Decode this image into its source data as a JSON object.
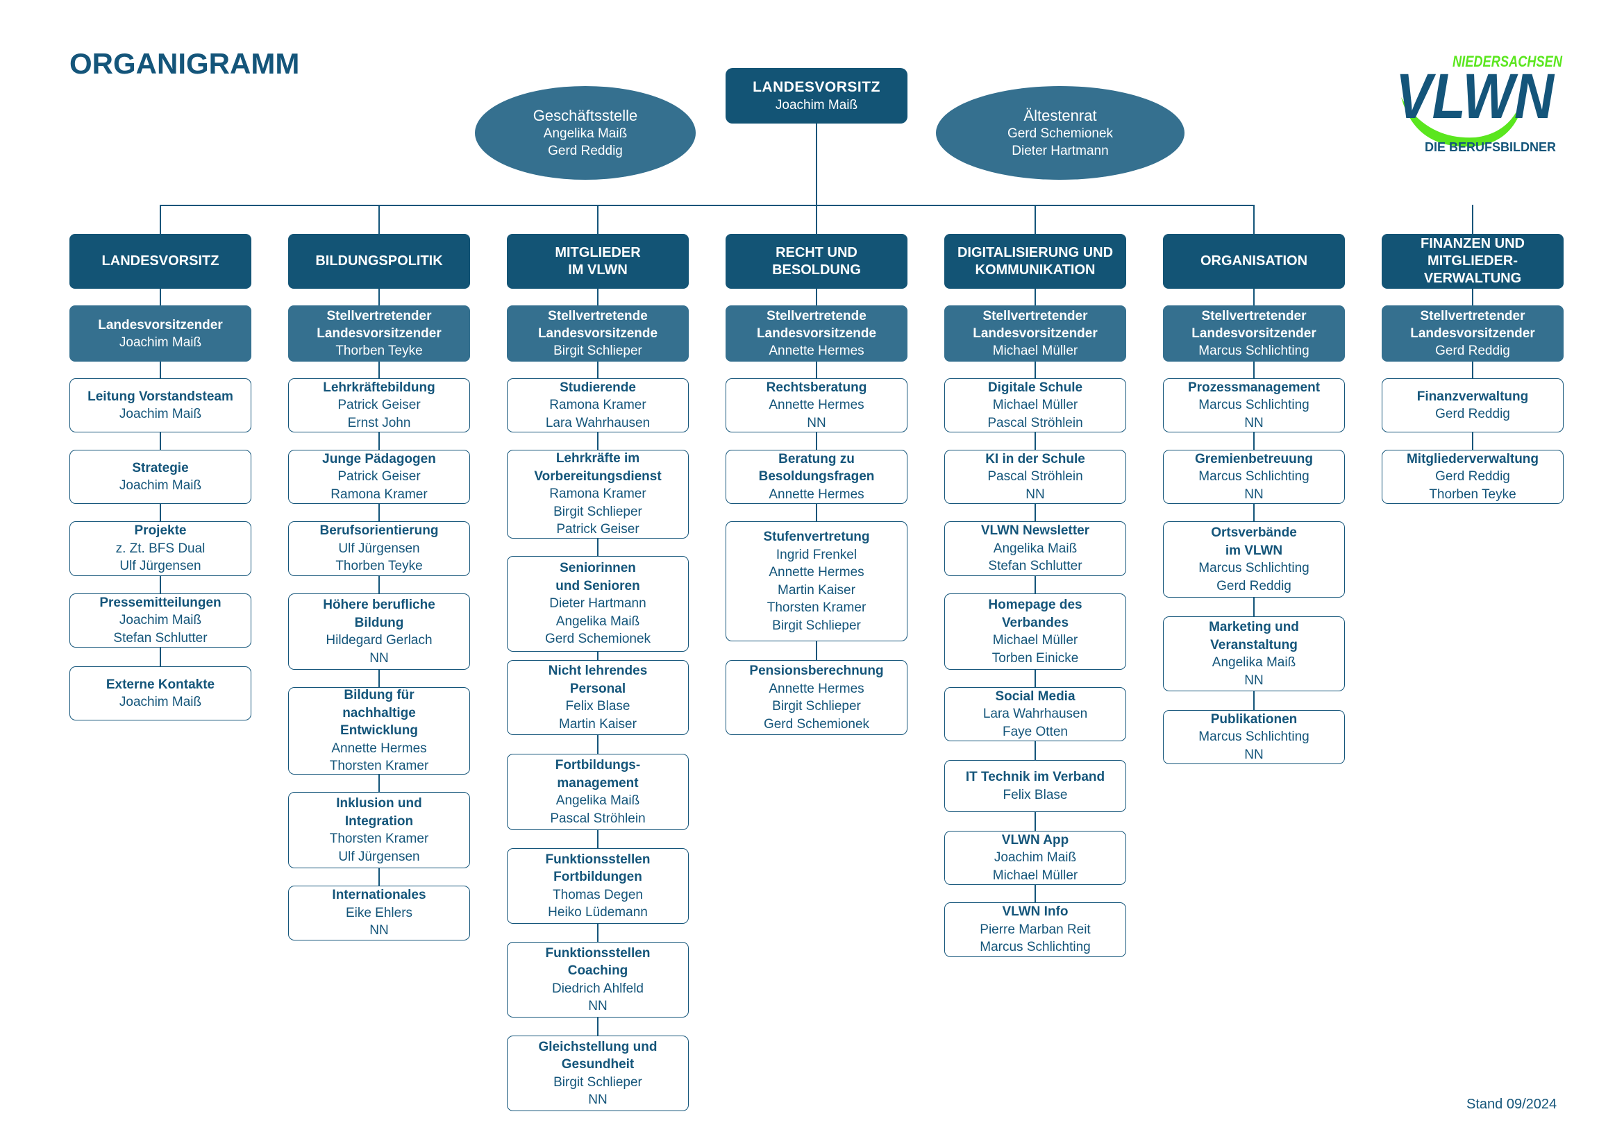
{
  "title": "ORGANIGRAMM",
  "footer": {
    "stand": "Stand 09/2024"
  },
  "colors": {
    "primary": "#135475",
    "secondary": "#35708f",
    "logo_green": "#5ae61e"
  },
  "logo": {
    "wordmark": "VLWN",
    "region": "NIEDERSACHSEN",
    "tagline": "DIE BERUFSBILDNER"
  },
  "top": {
    "chair": {
      "title": "LANDESVORSITZ",
      "names": [
        "Joachim Maiß"
      ]
    },
    "office": {
      "title": "Geschäftsstelle",
      "names": [
        "Angelika Maiß",
        "Gerd Reddig"
      ]
    },
    "elders": {
      "title": "Ältestenrat",
      "names": [
        "Gerd Schemionek",
        "Dieter Hartmann"
      ]
    }
  },
  "columns": [
    {
      "header": "LANDESVORSITZ",
      "deputy": {
        "title": "Landesvorsitzender",
        "names": [
          "Joachim Maiß"
        ]
      },
      "items": [
        {
          "title": "Leitung Vorstandsteam",
          "names": [
            "Joachim Maiß"
          ]
        },
        {
          "title": "Strategie",
          "names": [
            "Joachim Maiß"
          ]
        },
        {
          "title": "Projekte",
          "names": [
            "z. Zt. BFS Dual",
            "Ulf Jürgensen"
          ]
        },
        {
          "title": "Pressemitteilungen",
          "names": [
            "Joachim Maiß",
            "Stefan Schlutter"
          ]
        },
        {
          "title": "Externe Kontakte",
          "names": [
            "Joachim Maiß"
          ]
        }
      ]
    },
    {
      "header": "BILDUNGSPOLITIK",
      "deputy": {
        "title": "Stellvertretender\nLandesvorsitzender",
        "names": [
          "Thorben Teyke"
        ]
      },
      "items": [
        {
          "title": "Lehrkräftebildung",
          "names": [
            "Patrick Geiser",
            "Ernst John"
          ]
        },
        {
          "title": "Junge Pädagogen",
          "names": [
            "Patrick Geiser",
            "Ramona Kramer"
          ]
        },
        {
          "title": "Berufsorientierung",
          "names": [
            "Ulf Jürgensen",
            "Thorben Teyke"
          ]
        },
        {
          "title": "Höhere berufliche\nBildung",
          "names": [
            "Hildegard Gerlach",
            "NN"
          ]
        },
        {
          "title": "Bildung für\nnachhaltige\nEntwicklung",
          "names": [
            "Annette Hermes",
            "Thorsten Kramer"
          ]
        },
        {
          "title": "Inklusion und\nIntegration",
          "names": [
            "Thorsten Kramer",
            "Ulf Jürgensen"
          ]
        },
        {
          "title": "Internationales",
          "names": [
            "Eike Ehlers",
            "NN"
          ]
        }
      ]
    },
    {
      "header": "MITGLIEDER\nIM VLWN",
      "deputy": {
        "title": "Stellvertretende\nLandesvorsitzende",
        "names": [
          "Birgit Schlieper"
        ]
      },
      "items": [
        {
          "title": "Studierende",
          "names": [
            "Ramona Kramer",
            "Lara Wahrhausen"
          ]
        },
        {
          "title": "Lehrkräfte im\nVorbereitungsdienst",
          "names": [
            "Ramona Kramer",
            "Birgit Schlieper",
            "Patrick Geiser"
          ]
        },
        {
          "title": "Seniorinnen\nund Senioren",
          "names": [
            "Dieter Hartmann",
            "Angelika Maiß",
            "Gerd Schemionek"
          ]
        },
        {
          "title": "Nicht lehrendes\nPersonal",
          "names": [
            "Felix Blase",
            "Martin Kaiser"
          ]
        },
        {
          "title": "Fortbildungs-\nmanagement",
          "names": [
            "Angelika Maiß",
            "Pascal Ströhlein"
          ]
        },
        {
          "title": "Funktionsstellen\nFortbildungen",
          "names": [
            "Thomas Degen",
            "Heiko Lüdemann"
          ]
        },
        {
          "title": "Funktionsstellen\nCoaching",
          "names": [
            "Diedrich Ahlfeld",
            "NN"
          ]
        },
        {
          "title": "Gleichstellung und\nGesundheit",
          "names": [
            "Birgit Schlieper",
            "NN"
          ]
        }
      ]
    },
    {
      "header": "RECHT UND\nBESOLDUNG",
      "deputy": {
        "title": "Stellvertretende\nLandesvorsitzende",
        "names": [
          "Annette Hermes"
        ]
      },
      "items": [
        {
          "title": "Rechtsberatung",
          "names": [
            "Annette Hermes",
            "NN"
          ]
        },
        {
          "title": "Beratung zu\nBesoldungsfragen",
          "names": [
            "Annette Hermes"
          ]
        },
        {
          "title": "Stufenvertretung",
          "names": [
            "Ingrid Frenkel",
            "Annette Hermes",
            "Martin Kaiser",
            "Thorsten Kramer",
            "Birgit Schlieper"
          ]
        },
        {
          "title": "Pensionsberechnung",
          "names": [
            "Annette Hermes",
            "Birgit Schlieper",
            "Gerd Schemionek"
          ]
        }
      ]
    },
    {
      "header": "DIGITALISIERUNG UND\nKOMMUNIKATION",
      "deputy": {
        "title": "Stellvertretender\nLandesvorsitzender",
        "names": [
          "Michael Müller"
        ]
      },
      "items": [
        {
          "title": "Digitale Schule",
          "names": [
            "Michael Müller",
            "Pascal Ströhlein"
          ]
        },
        {
          "title": "KI in der Schule",
          "names": [
            "Pascal Ströhlein",
            "NN"
          ]
        },
        {
          "title": "VLWN Newsletter",
          "names": [
            "Angelika Maiß",
            "Stefan Schlutter"
          ]
        },
        {
          "title": "Homepage des\nVerbandes",
          "names": [
            "Michael Müller",
            "Torben Einicke"
          ]
        },
        {
          "title": "Social Media",
          "names": [
            "Lara Wahrhausen",
            "Faye Otten"
          ]
        },
        {
          "title": "IT Technik im Verband",
          "names": [
            "Felix Blase"
          ]
        },
        {
          "title": "VLWN App",
          "names": [
            "Joachim Maiß",
            "Michael Müller"
          ]
        },
        {
          "title": "VLWN Info",
          "names": [
            "Pierre Marban Reit",
            "Marcus Schlichting"
          ]
        }
      ]
    },
    {
      "header": "ORGANISATION",
      "deputy": {
        "title": "Stellvertretender\nLandesvorsitzender",
        "names": [
          "Marcus Schlichting"
        ]
      },
      "items": [
        {
          "title": "Prozessmanagement",
          "names": [
            "Marcus Schlichting",
            "NN"
          ]
        },
        {
          "title": "Gremienbetreuung",
          "names": [
            "Marcus Schlichting",
            "NN"
          ]
        },
        {
          "title": "Ortsverbände\nim VLWN",
          "names": [
            "Marcus Schlichting",
            "Gerd Reddig"
          ]
        },
        {
          "title": "Marketing und\nVeranstaltung",
          "names": [
            "Angelika Maiß",
            "NN"
          ]
        },
        {
          "title": "Publikationen",
          "names": [
            "Marcus Schlichting",
            "NN"
          ]
        }
      ]
    },
    {
      "header": "FINANZEN UND\nMITGLIEDER-\nVERWALTUNG",
      "deputy": {
        "title": "Stellvertretender\nLandesvorsitzender",
        "names": [
          "Gerd Reddig"
        ]
      },
      "items": [
        {
          "title": "Finanzverwaltung",
          "names": [
            "Gerd Reddig"
          ]
        },
        {
          "title": "Mitgliederverwaltung",
          "names": [
            "Gerd Reddig",
            "Thorben Teyke"
          ]
        }
      ]
    }
  ]
}
